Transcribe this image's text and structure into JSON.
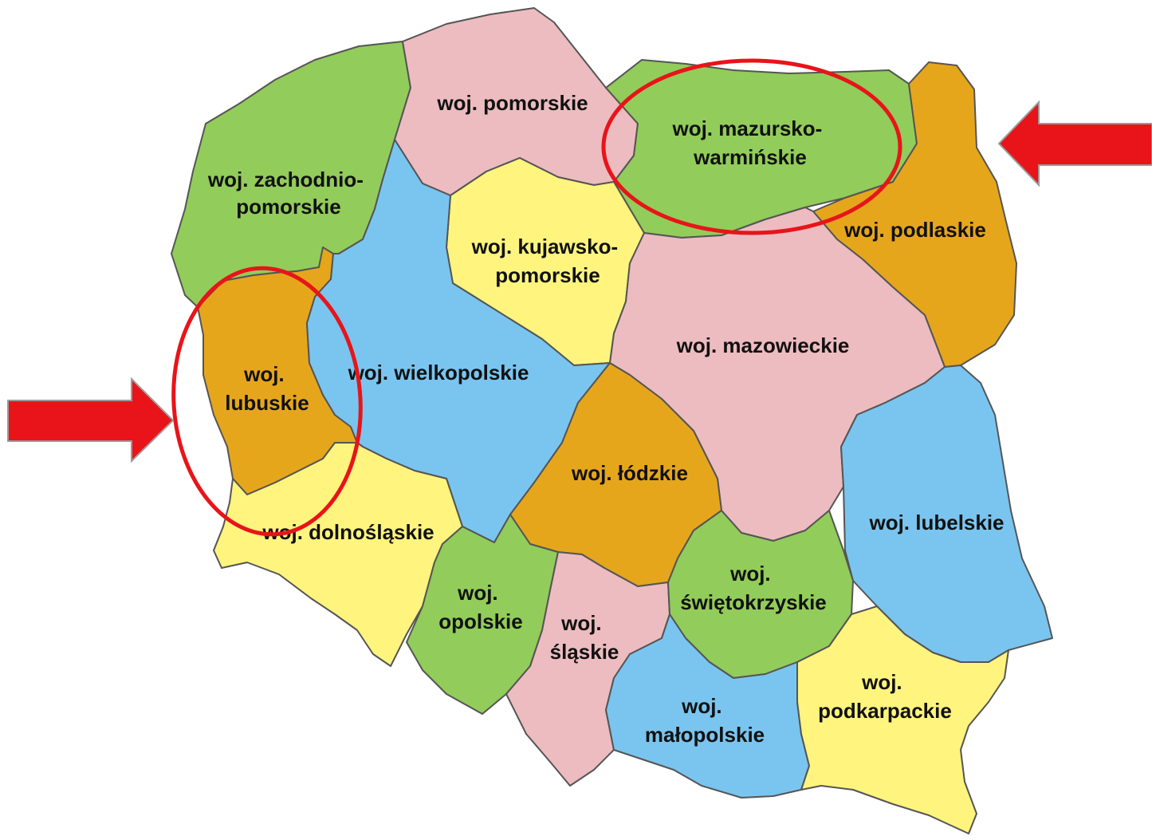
{
  "colors": {
    "green": "#92cc5a",
    "pink": "#edbcc0",
    "yellow": "#fff47e",
    "blue": "#79c5ef",
    "orange": "#e6a61c",
    "annotation_red": "#e8141a",
    "border": "#555555"
  },
  "regions": [
    {
      "id": "zachodniopomorskie",
      "color": "green",
      "label_lines": [
        "woj. zachodnio-",
        "pomorskie"
      ]
    },
    {
      "id": "pomorskie",
      "color": "pink",
      "label_lines": [
        "woj. pomorskie"
      ]
    },
    {
      "id": "warminsko-mazurskie",
      "color": "green",
      "label_lines": [
        "woj. mazursko-",
        "warmińskie"
      ]
    },
    {
      "id": "podlaskie",
      "color": "orange",
      "label_lines": [
        "woj. podlaskie"
      ]
    },
    {
      "id": "kujawsko-pomorskie",
      "color": "yellow",
      "label_lines": [
        "woj. kujawsko-",
        "pomorskie"
      ]
    },
    {
      "id": "lubuskie",
      "color": "orange",
      "label_lines": [
        "woj.",
        "lubuskie"
      ]
    },
    {
      "id": "wielkopolskie",
      "color": "blue",
      "label_lines": [
        "woj. wielkopolskie"
      ]
    },
    {
      "id": "mazowieckie",
      "color": "pink",
      "label_lines": [
        "woj. mazowieckie"
      ]
    },
    {
      "id": "lodzkie",
      "color": "orange",
      "label_lines": [
        "woj. łódzkie"
      ]
    },
    {
      "id": "lubelskie",
      "color": "blue",
      "label_lines": [
        "woj. lubelskie"
      ]
    },
    {
      "id": "dolnoslaskie",
      "color": "yellow",
      "label_lines": [
        "woj. dolnośląskie"
      ]
    },
    {
      "id": "opolskie",
      "color": "green",
      "label_lines": [
        "woj.",
        "opolskie"
      ]
    },
    {
      "id": "slaskie",
      "color": "pink",
      "label_lines": [
        "woj.",
        "śląskie"
      ]
    },
    {
      "id": "swietokrzyskie",
      "color": "green",
      "label_lines": [
        "woj.",
        "świętokrzyskie"
      ]
    },
    {
      "id": "malopolskie",
      "color": "blue",
      "label_lines": [
        "woj.",
        "małopolskie"
      ]
    },
    {
      "id": "podkarpackie",
      "color": "yellow",
      "label_lines": [
        "woj.",
        "podkarpackie"
      ]
    }
  ],
  "highlighted_regions": [
    "warminsko-mazurskie",
    "lubuskie"
  ],
  "arrows": [
    {
      "target": "warminsko-mazurskie",
      "direction": "left"
    },
    {
      "target": "lubuskie",
      "direction": "right"
    }
  ]
}
